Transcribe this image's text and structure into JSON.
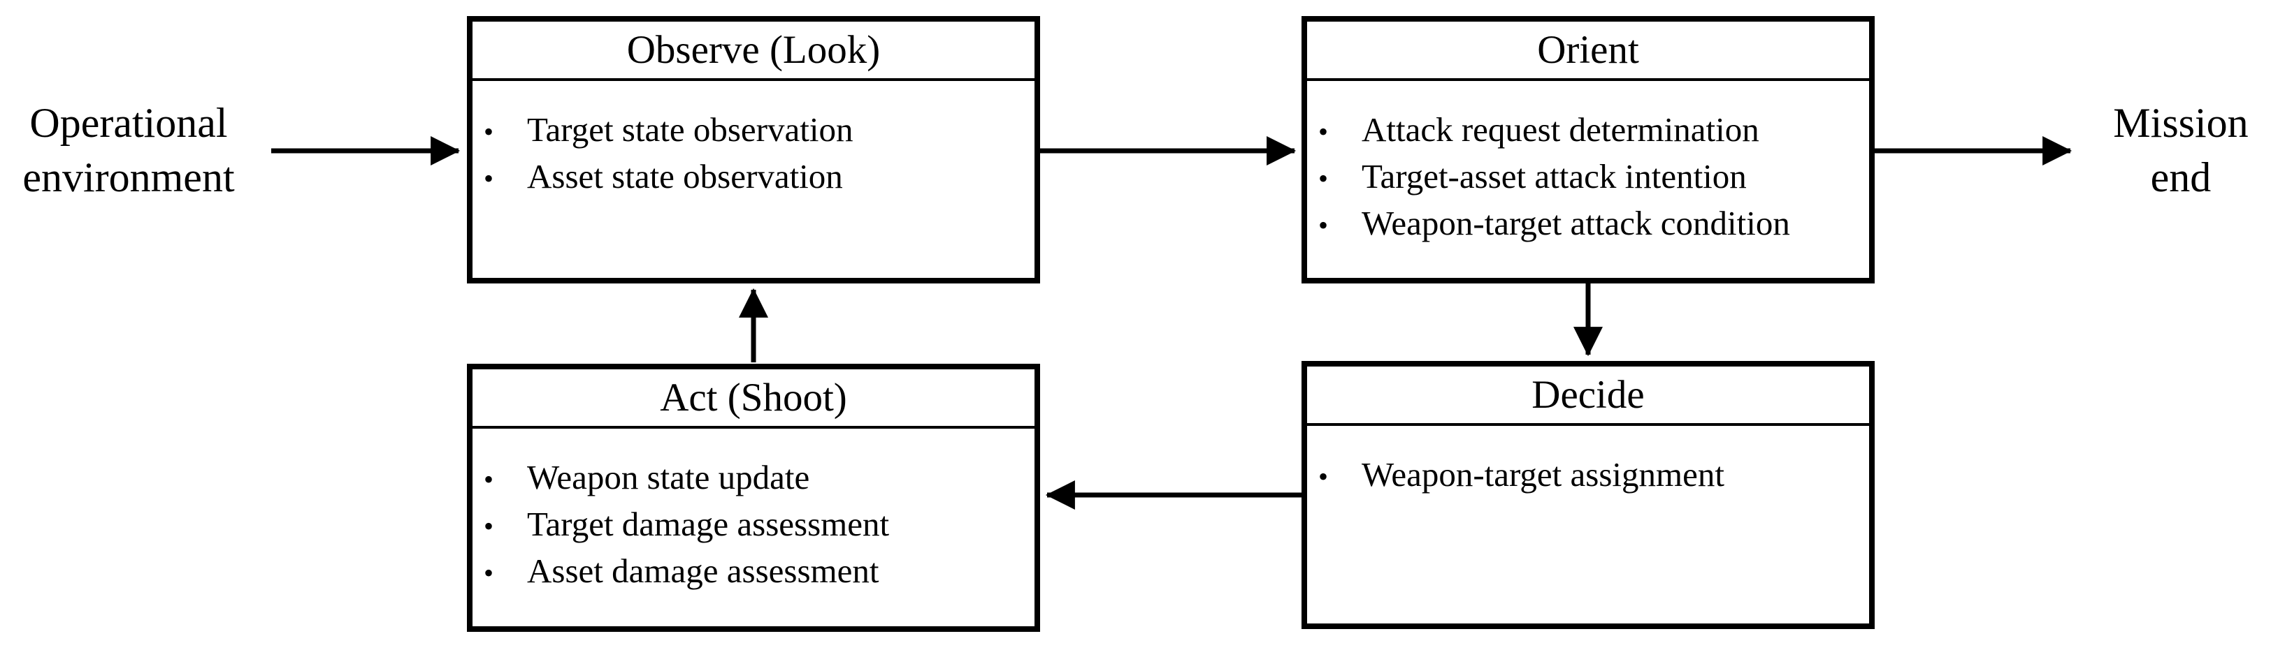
{
  "page": {
    "background_color": "#ffffff",
    "ink_color": "#000000"
  },
  "diagram": {
    "bullet_char": "•",
    "source_label": {
      "line1": "Operational",
      "line2": "environment"
    },
    "sink_label": {
      "line1": "Mission",
      "line2": "end"
    },
    "boxes": [
      {
        "id": "observe",
        "title": "Observe (Look)",
        "items": [
          "Target state observation",
          "Asset state observation"
        ]
      },
      {
        "id": "orient",
        "title": "Orient",
        "items": [
          "Attack request determination",
          "Target-asset attack intention",
          "Weapon-target attack condition"
        ]
      },
      {
        "id": "decide",
        "title": "Decide",
        "items": [
          "Weapon-target assignment"
        ]
      },
      {
        "id": "act",
        "title": "Act (Shoot)",
        "items": [
          "Weapon state update",
          "Target damage assessment",
          "Asset damage assessment"
        ]
      }
    ],
    "arrows": [
      {
        "from": "operational-environment",
        "to": "observe",
        "direction": "right"
      },
      {
        "from": "observe",
        "to": "orient",
        "direction": "right"
      },
      {
        "from": "orient",
        "to": "mission-end",
        "direction": "right"
      },
      {
        "from": "orient",
        "to": "decide",
        "direction": "down"
      },
      {
        "from": "decide",
        "to": "act",
        "direction": "left"
      },
      {
        "from": "act",
        "to": "observe",
        "direction": "up"
      }
    ]
  }
}
